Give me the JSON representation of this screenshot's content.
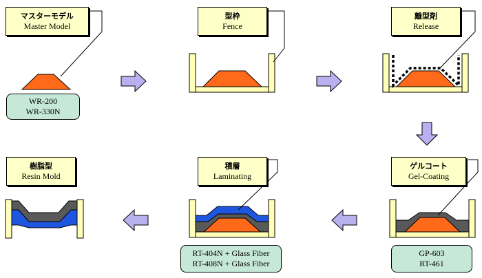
{
  "steps": [
    {
      "jp": "マスターモデル",
      "en": "Master Model",
      "materials": [
        "WR-200",
        "WR-330N"
      ]
    },
    {
      "jp": "型枠",
      "en": "Fence",
      "materials": []
    },
    {
      "jp": "離型剤",
      "en": "Release",
      "materials": []
    },
    {
      "jp": "ゲルコート",
      "en": "Gel-Coating",
      "materials": [
        "GP-603",
        "RT-461"
      ]
    },
    {
      "jp": "積層",
      "en": "Laminating",
      "materials": [
        "RT-404N + Glass Fiber",
        "RT-408N + Glass Fiber"
      ]
    },
    {
      "jp": "樹脂型",
      "en": "Resin Mold",
      "materials": []
    }
  ],
  "colors": {
    "label_bg": "#ffffc8",
    "material_bg": "#c6e8d8",
    "model": "#ff6a1a",
    "fence": "#ffffb8",
    "gel_coat": "#595959",
    "laminate": "#1f56e0",
    "arrow": "#b9b0f0"
  }
}
